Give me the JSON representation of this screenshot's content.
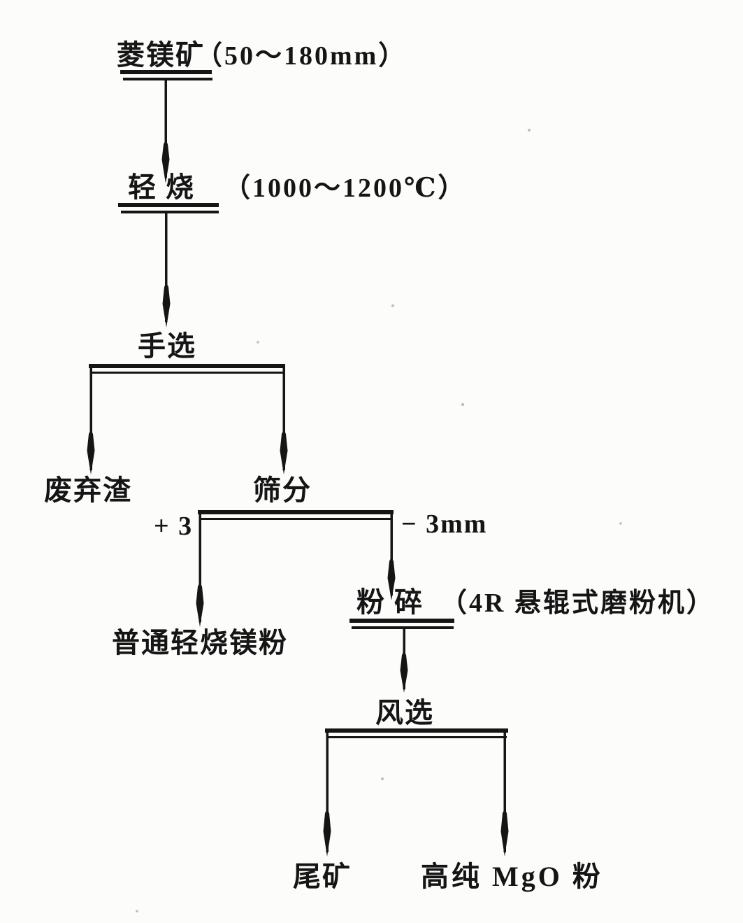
{
  "diagram": {
    "colors": {
      "ink": "#151515",
      "paper": "#fcfcfb"
    },
    "nodes": {
      "magnesite": {
        "label": "菱镁矿",
        "note": "（50～180mm）"
      },
      "light_burning": {
        "label": "轻 烧",
        "note": "（1000～1200℃）"
      },
      "hand_sorting": {
        "label": "手选"
      },
      "waste_slag": {
        "label": "废弃渣"
      },
      "screening": {
        "label": "筛分"
      },
      "screen_oversize": {
        "label": "+ 3"
      },
      "screen_undersize": {
        "label": "− 3mm"
      },
      "ordinary_powder": {
        "label": "普通轻烧镁粉"
      },
      "crushing": {
        "label": "粉 碎",
        "note": "（4R 悬辊式磨粉机）"
      },
      "air_separation": {
        "label": "风选"
      },
      "tailings": {
        "label": "尾矿"
      },
      "high_purity_mgo": {
        "label": "高纯 MgO 粉"
      }
    },
    "edges": [
      {
        "from": "magnesite",
        "to": "light_burning"
      },
      {
        "from": "light_burning",
        "to": "hand_sorting"
      },
      {
        "from": "hand_sorting",
        "to": "waste_slag"
      },
      {
        "from": "hand_sorting",
        "to": "screening"
      },
      {
        "from": "screening",
        "to": "ordinary_powder",
        "branch_label": "+ 3"
      },
      {
        "from": "screening",
        "to": "crushing",
        "branch_label": "− 3mm"
      },
      {
        "from": "crushing",
        "to": "air_separation"
      },
      {
        "from": "air_separation",
        "to": "tailings"
      },
      {
        "from": "air_separation",
        "to": "high_purity_mgo"
      }
    ]
  }
}
